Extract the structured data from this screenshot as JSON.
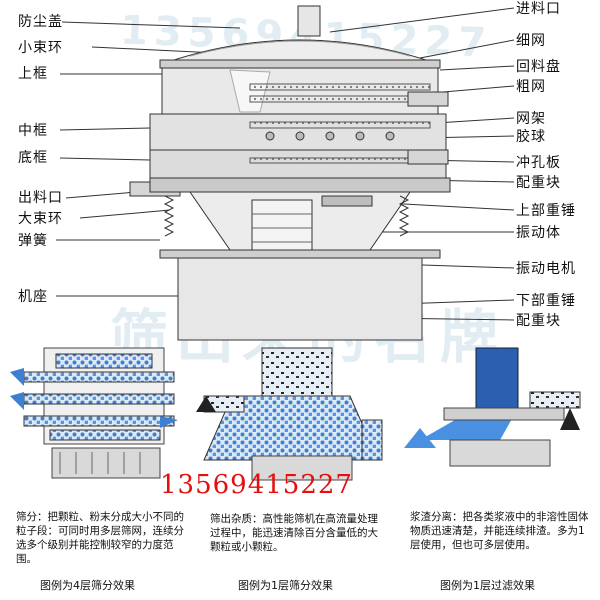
{
  "watermark": {
    "phone": "13569415227",
    "brand": "筛出来的名牌"
  },
  "labels_left": [
    "防尘盖",
    "小束环",
    "上框",
    "中框",
    "底框",
    "出料口",
    "大束环",
    "弹簧",
    "机座"
  ],
  "labels_right": [
    "进料口",
    "细网",
    "回料盘",
    "粗网",
    "网架",
    "胶球",
    "冲孔板",
    "配重块",
    "上部重锤",
    "振动体",
    "振动电机",
    "下部重锤",
    "配重块"
  ],
  "phone_overlay": "13569415227",
  "descriptions": [
    "筛分：把颗粒、粉末分成大小不同的粒子段：可同时用多层筛网，连续分选多个级别并能控制较窄的力度范围。",
    "筛出杂质：高性能筛机在高流量处理过程中，能迅速清除百分含量低的大颗粒或小颗粒。",
    "浆渣分离：把各类浆液中的非溶性固体物质迅速清楚，并能连续排渣。多为1层使用，但也可多层使用。"
  ],
  "captions": [
    "图例为4层筛分效果",
    "图例为1层筛分效果",
    "图例为1层过滤效果"
  ],
  "colors": {
    "line": "#333333",
    "metal": "#d8d8d8",
    "particles": "#3d7fd0",
    "flow_arrow": "#4a90e0",
    "phone": "#e41010"
  }
}
